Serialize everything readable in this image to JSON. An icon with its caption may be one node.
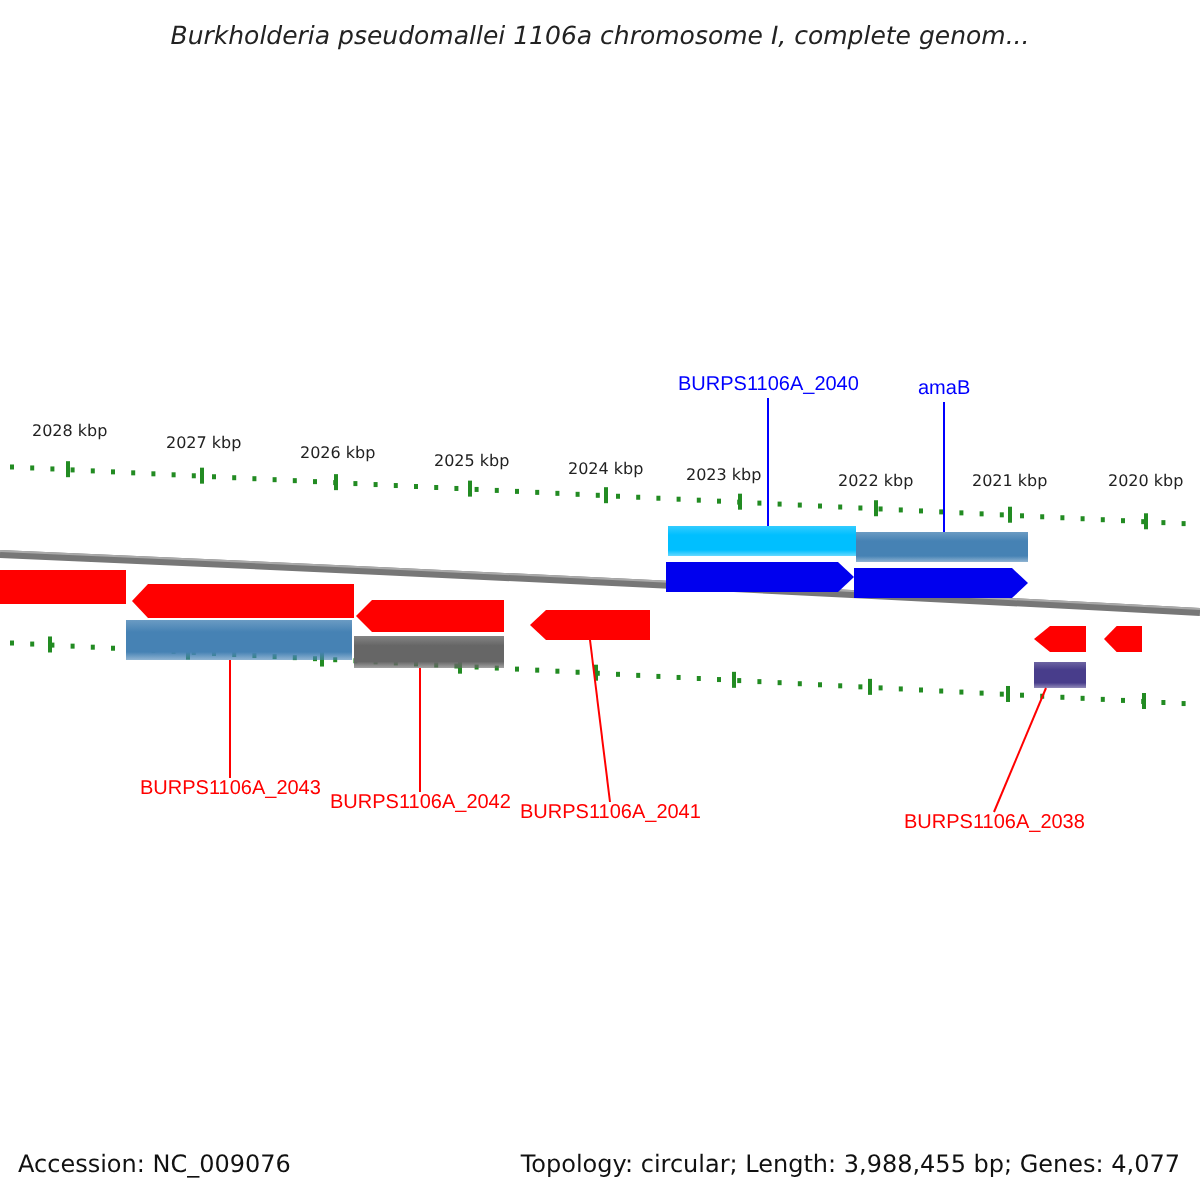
{
  "diagram": {
    "title": "Burkholderia pseudomallei 1106a chromosome I, complete genom...",
    "nodes": [
      {
        "text": [
          "BURPS1106A_2040"
        ]
      },
      {
        "text": [
          "amaB"
        ]
      },
      {
        "text": [],
        "shape": "box"
      },
      {
        "text": [],
        "shape": "box"
      },
      {
        "text": [],
        "shape": "box"
      },
      {
        "text": [],
        "shape": "box"
      },
      {
        "text": [],
        "shape": "pentagon"
      },
      {
        "text": [],
        "shape": "box"
      },
      {
        "text": [
          "BURPS1106A_2043"
        ]
      },
      {
        "text": [
          "BURPS1106A_2042"
        ]
      },
      {
        "text": [
          "BURPS1106A_2041"
        ]
      },
      {
        "text": [
          "BURPS1106A_2038"
        ]
      }
    ],
    "edges": [
      {
        "from": 0,
        "to": 2,
        "arrow": "none",
        "color": "#0000ff"
      },
      {
        "from": 1,
        "to": 3,
        "arrow": "none",
        "color": "#0000ff"
      },
      {
        "from": 8,
        "to": 4,
        "arrow": "none"
      },
      {
        "from": 9,
        "to": 5,
        "arrow": "none"
      },
      {
        "from": 10,
        "to": 6,
        "arrow": "none"
      },
      {
        "from": 11,
        "to": 7,
        "arrow": "none"
      }
    ],
    "labels": [
      "2028 kbp",
      "2027 kbp",
      "2026 kbp",
      "2025 kbp",
      "2024 kbp",
      "2023 kbp",
      "2022 kbp",
      "2021 kbp",
      "2020 kbp",
      "Accession: NC_009076",
      "Topology: circular; Length: 3,988,455 bp; Genes: 4,077"
    ]
  }
}
